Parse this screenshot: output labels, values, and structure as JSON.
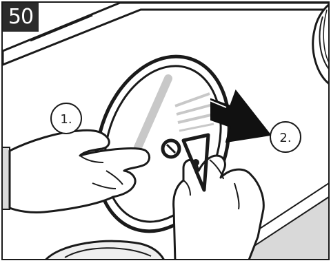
{
  "step": {
    "number": "50"
  },
  "callouts": [
    {
      "label": "1."
    },
    {
      "label": "2."
    }
  ],
  "colors": {
    "ink": "#1a1a1a",
    "badge_bg": "#2b2b2b",
    "surface_gray": "#d9d9d9",
    "light_gray": "#efefef",
    "glass_gray": "#c8c8c8",
    "skin_fill": "#ffffff"
  },
  "icons": [
    "rotate-arrow-icon",
    "hand-left-icon",
    "hand-right-icon",
    "lamp-cover-icon"
  ]
}
